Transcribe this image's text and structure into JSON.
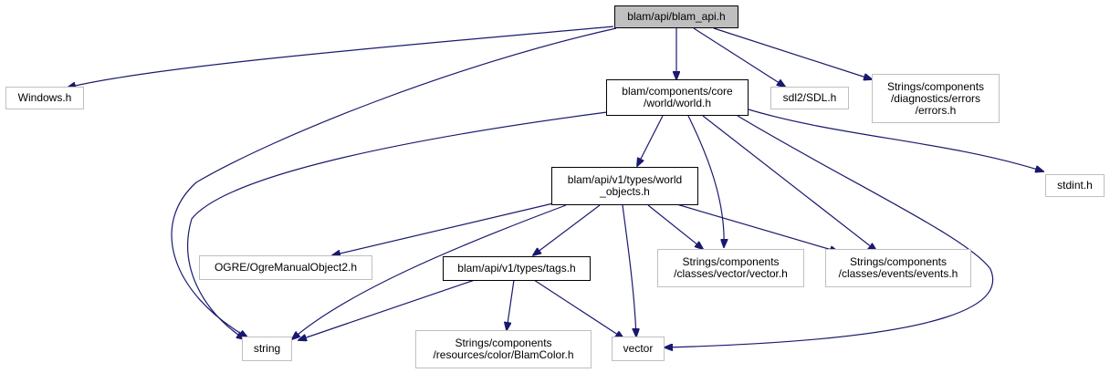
{
  "nodes": {
    "blam_api": "blam/api/blam_api.h",
    "windows": "Windows.h",
    "world": "blam/components/core\n/world/world.h",
    "sdl": "sdl2/SDL.h",
    "errors": "Strings/components\n/diagnostics/errors\n/errors.h",
    "world_objects": "blam/api/v1/types/world\n_objects.h",
    "stdint": "stdint.h",
    "ogre": "OGRE/OgreManualObject2.h",
    "tags": "blam/api/v1/types/tags.h",
    "vector_h": "Strings/components\n/classes/vector/vector.h",
    "events": "Strings/components\n/classes/events/events.h",
    "string": "string",
    "blamcolor": "Strings/components\n/resources/color/BlamColor.h",
    "vector": "vector"
  },
  "colors": {
    "edge": "#191970",
    "root_fill": "#bfbfbf",
    "external_border": "#bfbfbf",
    "local_border": "#000000"
  }
}
